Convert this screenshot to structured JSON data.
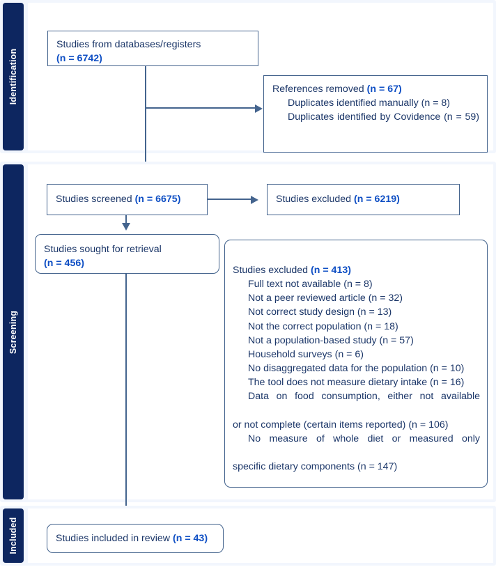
{
  "diagram": {
    "type": "prisma-flow-diagram",
    "colors": {
      "stage_tab": "#0d2660",
      "band_background": "#f2f6fd",
      "box_border": "#42628c",
      "connector": "#44648e",
      "text_primary": "#1b3668",
      "text_highlight": "#0f4fc4"
    }
  },
  "stages": [
    {
      "id": "identification",
      "label": "Identification"
    },
    {
      "id": "screening",
      "label": "Screening"
    },
    {
      "id": "included",
      "label": "Included"
    }
  ],
  "boxes": {
    "databases": {
      "line1": "Studies from databases/registers",
      "line2": "(n = 6742)",
      "count": 6742
    },
    "references_removed": {
      "title": "References removed ",
      "title_count": "(n = 67)",
      "count": 67,
      "reasons": [
        {
          "text": "Duplicates identified manually (n = 8)",
          "count": 8
        },
        {
          "text": "Duplicates identified by Covidence (n = 59)",
          "count": 59
        }
      ]
    },
    "screened": {
      "title": "Studies screened ",
      "title_count": "(n = 6675)",
      "count": 6675
    },
    "excluded_screened": {
      "title": "Studies excluded ",
      "title_count": "(n = 6219)",
      "count": 6219
    },
    "sought_retrieval": {
      "line1": "Studies sought for retrieval",
      "line2": "(n = 456)",
      "count": 456
    },
    "excluded_fulltext": {
      "title": "Studies excluded ",
      "title_count": "(n = 413)",
      "count": 413,
      "reasons": [
        {
          "text": "Full text not available (n = 8)",
          "count": 8
        },
        {
          "text": "Not a peer reviewed article (n = 32)",
          "count": 32
        },
        {
          "text": "Not correct study design (n = 13)",
          "count": 13
        },
        {
          "text": "Not the correct population (n = 18)",
          "count": 18
        },
        {
          "text": "Not a population-based study (n = 57)",
          "count": 57
        },
        {
          "text": "Household surveys (n = 6)",
          "count": 6
        },
        {
          "text": "No disaggregated data for the population (n = 10)",
          "count": 10
        },
        {
          "text": "The tool does not measure dietary intake (n = 16)",
          "count": 16
        },
        {
          "text": "Data on food consumption, either not available",
          "count": null
        },
        {
          "text": "or not complete (certain items reported) (n = 106)",
          "count": 106
        },
        {
          "text": "No measure of whole diet or measured only",
          "count": null
        },
        {
          "text": "specific dietary components (n = 147)",
          "count": 147
        }
      ]
    },
    "included_review": {
      "title": "Studies included in review ",
      "title_count": "(n = 43)",
      "count": 43
    }
  }
}
